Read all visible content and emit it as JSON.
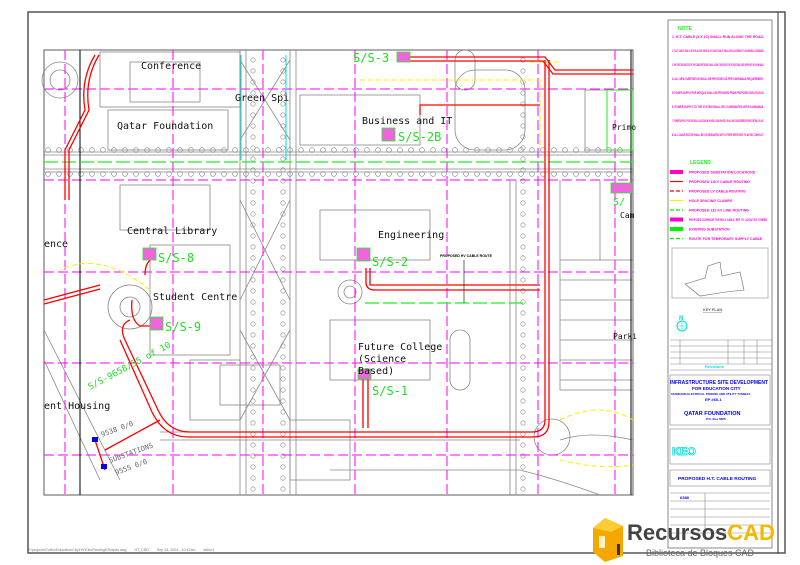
{
  "drawing": {
    "buildings": {
      "conference": "Conference",
      "qatar_foundation": "Qatar Foundation",
      "green_spine": "Green Spi",
      "business_it": "Business and IT",
      "central_library": "Central Library",
      "engineering": "Engineering",
      "student_centre": "Student Centre",
      "future_college_1": "Future College",
      "future_college_2": "(Science",
      "future_college_3": "Based)",
      "student_housing": "ent Housing",
      "ence": "ence",
      "primo": "Primo",
      "parking": "Parki",
      "cam": "Cam"
    },
    "substations": {
      "ss3": "S/S-3",
      "ss2b": "S/S-2B",
      "ss2": "S/S-2",
      "ss8": "S/S-8",
      "ss9": "S/S-9",
      "ss1": "S/S-1",
      "ss_slant": "S/S-9658/55 of 10",
      "ss_right": "S/"
    },
    "annotations": {
      "proposed_cable": "PROPOSED HV CABLE ROUTE",
      "sub_9538": "9538 0/0",
      "substations": "SUBSTATIONS",
      "sub_9555": "9555 0/0"
    }
  },
  "panel": {
    "note_title": "NOTE",
    "notes": [
      "1. H.T. CABLE (3 X 1C) SHALL RUN ALONG THE ROAD.",
      "2. PILOT CABLE SHALL BE RUN ALONG WITH 11 KV CABLE AND IT SHALL BE ACCORDING TO KAHRAMAA STANDARD.",
      "3. THE EXISTING ROUTES OF THE CABLE NETWORK SHALL LEAVE THE SPACE FOR FUTURE SHALL BE APPROVED BY KAHRAMAA.",
      "4. ALL NEW SUBSTATION SHALL BE PROVIDED AS PER KAHRAMAA REQUIREMENT.",
      "5. POWER SUPPLY FOR MOSQUE SHALL BE PROVIDED FROM PROPOSED SUB-STATION.",
      "6. POWER SUPPLY TO THE SYSTEM SHALL BE COORDINATED WITH KAHRAMAA.",
      "7. POWER SUPPLY FOR CENTRAL LOCATION IN PHASE 1 AND PHASE 2 SHALL BE CONSIDERED FROM CENTRAL PLANT.",
      "8. ALL CABLE ROUTE SHALL BE COORDINATED WITH OTHER SERVICES TO AVOID CONFLICT."
    ],
    "legend_title": "LEGEND",
    "legend": [
      {
        "label": "PROPOSED SUBSTATION LOCATIONS",
        "color": "#ff00cc"
      },
      {
        "label": "PROPOSED 11KV CABLE ROUTING",
        "color": "#ff0000"
      },
      {
        "label": "PROPOSED LV CABLE ROUTING",
        "color": "#ff0000"
      },
      {
        "label": "HOLE SPACING CLAMPS",
        "color": "#ffee00"
      },
      {
        "label": "PROPOSED 132 KV LINE ROUTING",
        "color": "#00ee00"
      },
      {
        "label": "PROPOSED CORRIDOR FOR HV/LV CABLE, REF. TO LAYOUT BY OTHERS",
        "color": "#ff00cc"
      },
      {
        "label": "EXISTING SUBSTATION",
        "color": "#00ee00"
      },
      {
        "label": "ROUTE FOR TEMPORARY SUPPLY CABLE",
        "color": "#00ee00"
      }
    ],
    "key_plan_label": "KEY PLAN",
    "north_label": "N",
    "revisions_label": "Revisions",
    "title_block": {
      "project_1": "INFRASTRUCTURE SITE DEVELOPMENT",
      "project_2": "FOR EDUCATION CITY",
      "project_3": "STANDARD ELECTRICAL PARKING AND UTILITY TUNNELS",
      "project_4": "EP #60-1",
      "client": "QATAR FOUNDATION",
      "client_sub": "P.O. Box 5825",
      "consultant": "KEO",
      "drawing_title": "PROPOSED H.T. CABLE ROUTING",
      "drawing_no": "6388"
    }
  },
  "footer": {
    "path": "Z:\\projects\\Tcdbc\\EducationCity\\HV\\ElecRoutings\\Tcapds.dwg",
    "sheet": "HT_CBD",
    "date": "Sep 16, 2004 - 10:47am",
    "user": "editor1"
  },
  "watermark": {
    "brand_1": "Recursos",
    "brand_2": "CAD",
    "tagline": "Biblioteca de Bloques CAD"
  },
  "colors": {
    "cable": "#ff0000",
    "gridline": "#ff00ff",
    "substation": "#22dd22",
    "text": "#ff00cc",
    "title": "#0000ee",
    "base": "#808080"
  }
}
